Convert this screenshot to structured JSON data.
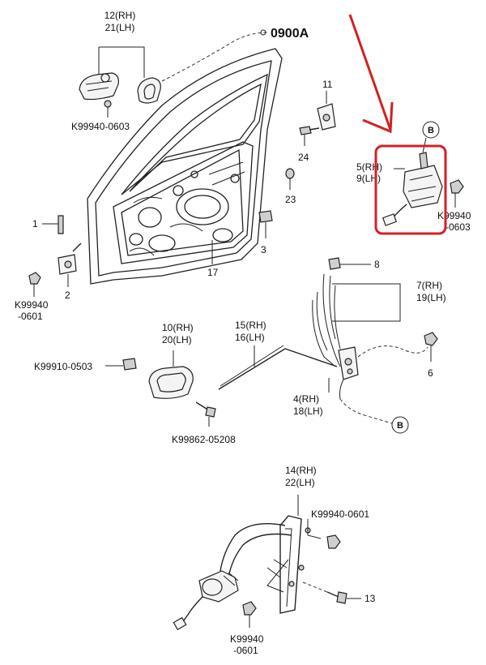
{
  "diagram": {
    "code": "0900A",
    "labels": {
      "p12_21": [
        "12(RH)",
        "21(LH)"
      ],
      "k_0603_top": "K99940-0603",
      "p11": "11",
      "p24": "24",
      "p23": "23",
      "p3": "3",
      "p17": "17",
      "p1": "1",
      "p2": "2",
      "k_0601_left": [
        "K99940",
        "-0601"
      ],
      "p5_9": [
        "5(RH)",
        "9(LH)"
      ],
      "k_0603_right": [
        "K99940",
        "-0603"
      ],
      "b_top": "B",
      "p8": "8",
      "p7_19": [
        "7(RH)",
        "19(LH)"
      ],
      "p10_20": [
        "10(RH)",
        "20(LH)"
      ],
      "p15_16": [
        "15(RH)",
        "16(LH)"
      ],
      "k_0503": "K99910-0503",
      "p6": "6",
      "p4_18": [
        "4(RH)",
        "18(LH)"
      ],
      "b_bottom": "B",
      "k_05208": "K99862-05208",
      "p14_22": [
        "14(RH)",
        "22(LH)"
      ],
      "k_0601_right": "K99940-0601",
      "p13": "13",
      "k_0601_bottom": [
        "K99940",
        "-0601"
      ]
    },
    "highlight_color": "#d42020"
  }
}
